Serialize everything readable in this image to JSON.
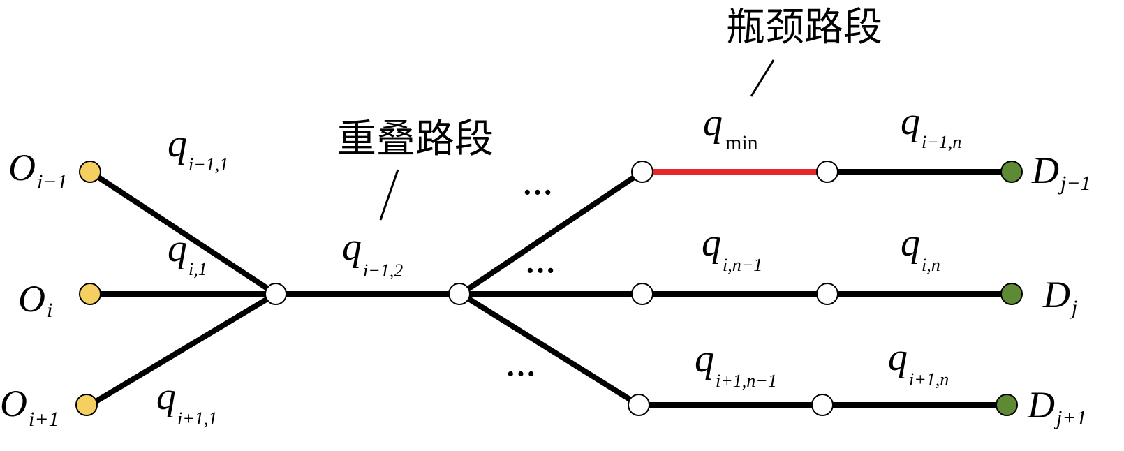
{
  "callouts": {
    "overlap": "重叠路段",
    "bottleneck": "瓶颈路段"
  },
  "origins": [
    {
      "symbol": "O",
      "subscript": "i−1"
    },
    {
      "symbol": "O",
      "subscript": "i"
    },
    {
      "symbol": "O",
      "subscript": "i+1"
    }
  ],
  "destinations": [
    {
      "symbol": "D",
      "subscript": "j−1"
    },
    {
      "symbol": "D",
      "subscript": "j"
    },
    {
      "symbol": "D",
      "subscript": "j+1"
    }
  ],
  "flows": {
    "q_i_minus1_1": {
      "symbol": "q",
      "subscript": "i−1,1"
    },
    "q_i_1": {
      "symbol": "q",
      "subscript": "i,1"
    },
    "q_i_plus1_1": {
      "symbol": "q",
      "subscript": "i+1,1"
    },
    "q_i_minus1_2": {
      "symbol": "q",
      "subscript": "i−1,2"
    },
    "q_min": {
      "symbol": "q",
      "subscript": "min"
    },
    "q_i_minus1_n": {
      "symbol": "q",
      "subscript": "i−1,n"
    },
    "q_i_n_minus1": {
      "symbol": "q",
      "subscript": "i,n−1"
    },
    "q_i_n": {
      "symbol": "q",
      "subscript": "i,n"
    },
    "q_i_plus1_n_minus1": {
      "symbol": "q",
      "subscript": "i+1,n−1"
    },
    "q_i_plus1_n": {
      "symbol": "q",
      "subscript": "i+1,n"
    }
  },
  "ellipsis": [
    "···",
    "···",
    "···"
  ],
  "colors": {
    "origin": "#f5cf60",
    "destination": "#5f8a34",
    "bottleneck": "#e8262a",
    "edge": "#000000"
  }
}
